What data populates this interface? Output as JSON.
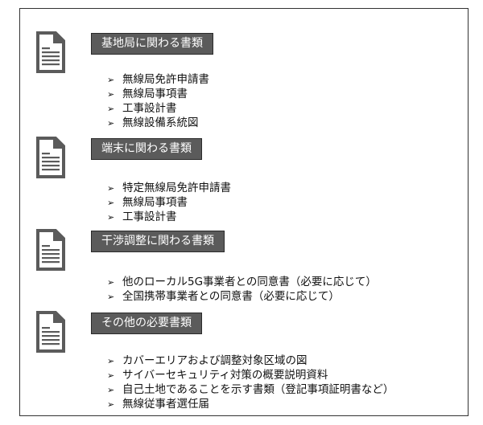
{
  "sections": [
    {
      "title": "基地局に関わる書類",
      "items": [
        "無線局免許申請書",
        "無線局事項書",
        "工事設計書",
        "無線設備系統図"
      ]
    },
    {
      "title": "端末に関わる書類",
      "items": [
        "特定無線局免許申請書",
        "無線局事項書",
        "工事設計書"
      ]
    },
    {
      "title": "干渉調整に関わる書類",
      "items": [
        "他のローカル5G事業者との同意書（必要に応じて）",
        "全国携帯事業者との同意書（必要に応じて）"
      ]
    },
    {
      "title": "その他の必要書類",
      "items": [
        "カバーエリアおよび調整対象区域の図",
        "サイバーセキュリティ対策の概要説明資料",
        "自己土地であることを示す書類（登記事項証明書など）",
        "無線従事者選任届"
      ]
    }
  ],
  "bullet": "➢",
  "colors": {
    "header_bg": "#5b5b5b",
    "icon": "#5b5b5b"
  }
}
